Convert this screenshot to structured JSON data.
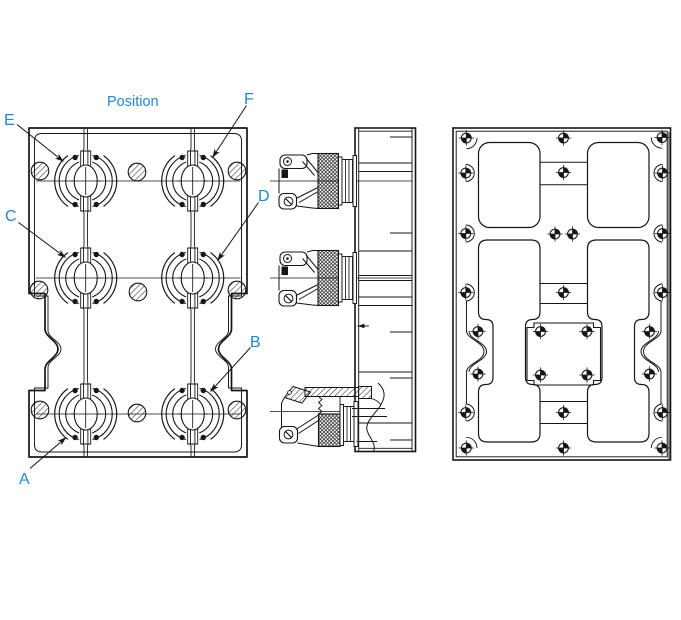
{
  "drawing": {
    "position_title": "Position",
    "connector_labels": {
      "A": "A",
      "B": "B",
      "C": "C",
      "D": "D",
      "E": "E",
      "F": "F"
    },
    "colors": {
      "annotation": "#1e87d3",
      "line": "#161616",
      "shadow": "#8d8d8d",
      "background": "#ffffff"
    }
  },
  "views": {
    "front": "front-view",
    "side": "side-view",
    "rear": "rear-view"
  }
}
